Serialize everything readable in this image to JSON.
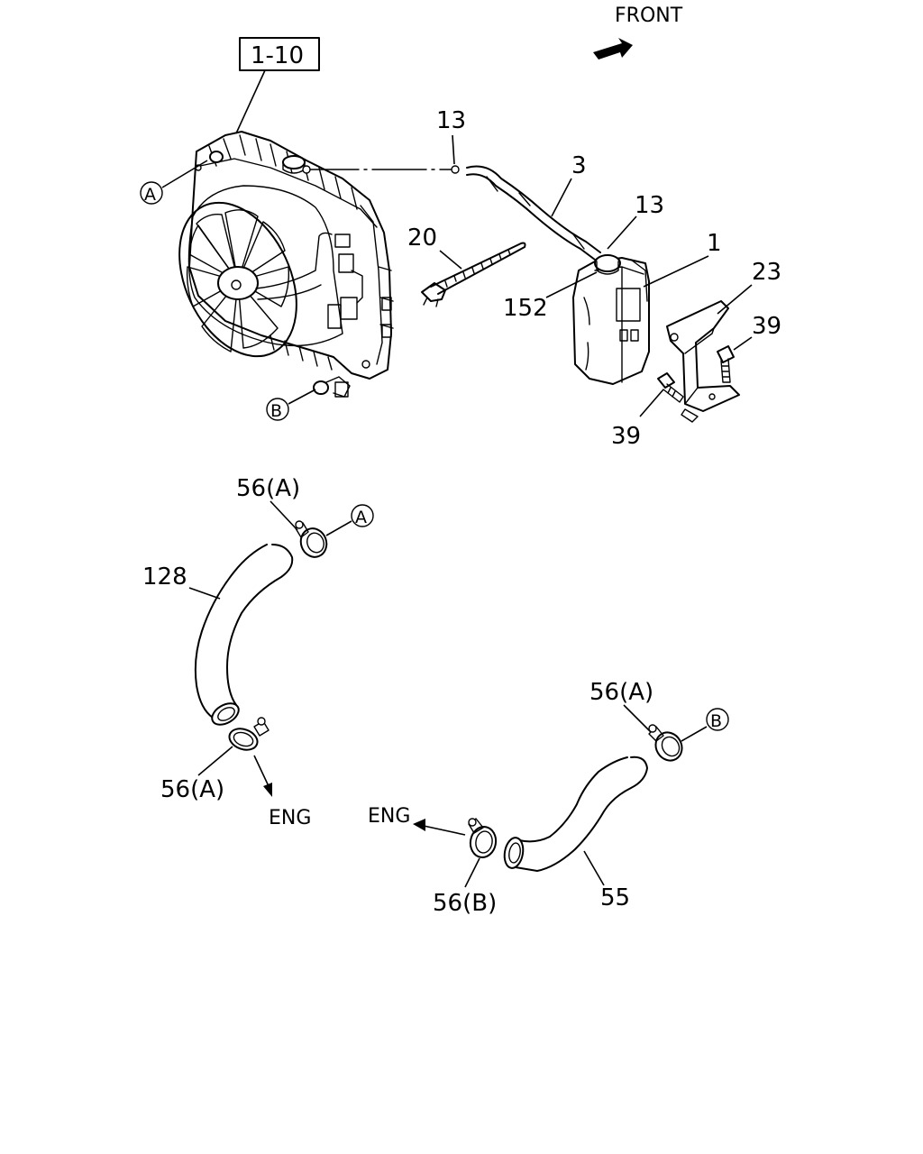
{
  "header": {
    "front_label": "FRONT"
  },
  "ref_box": "1-10",
  "callouts": {
    "a_top": "A",
    "b_bottom": "B",
    "a_hose": "A",
    "b_hose": "B"
  },
  "part_numbers": {
    "p13_top": "13",
    "p3": "3",
    "p13_right": "13",
    "p1": "1",
    "p20": "20",
    "p152": "152",
    "p23": "23",
    "p39_right": "39",
    "p39_bottom": "39",
    "p56a_upper": "56(A)",
    "p128": "128",
    "p56a_lower": "56(A)",
    "eng_left": "ENG",
    "p56a_right": "56(A)",
    "eng_right": "ENG",
    "p56b": "56(B)",
    "p55": "55"
  },
  "icons": {
    "front_arrow": "arrow-icon",
    "radiator": "radiator-fan-assembly",
    "reservoir": "coolant-reservoir-tank",
    "cable_tie": "cable-tie",
    "bracket": "mounting-bracket",
    "bolt": "bolt-icon",
    "hose_upper": "radiator-hose-upper",
    "hose_lower": "radiator-hose-lower",
    "clamp": "hose-clamp"
  }
}
